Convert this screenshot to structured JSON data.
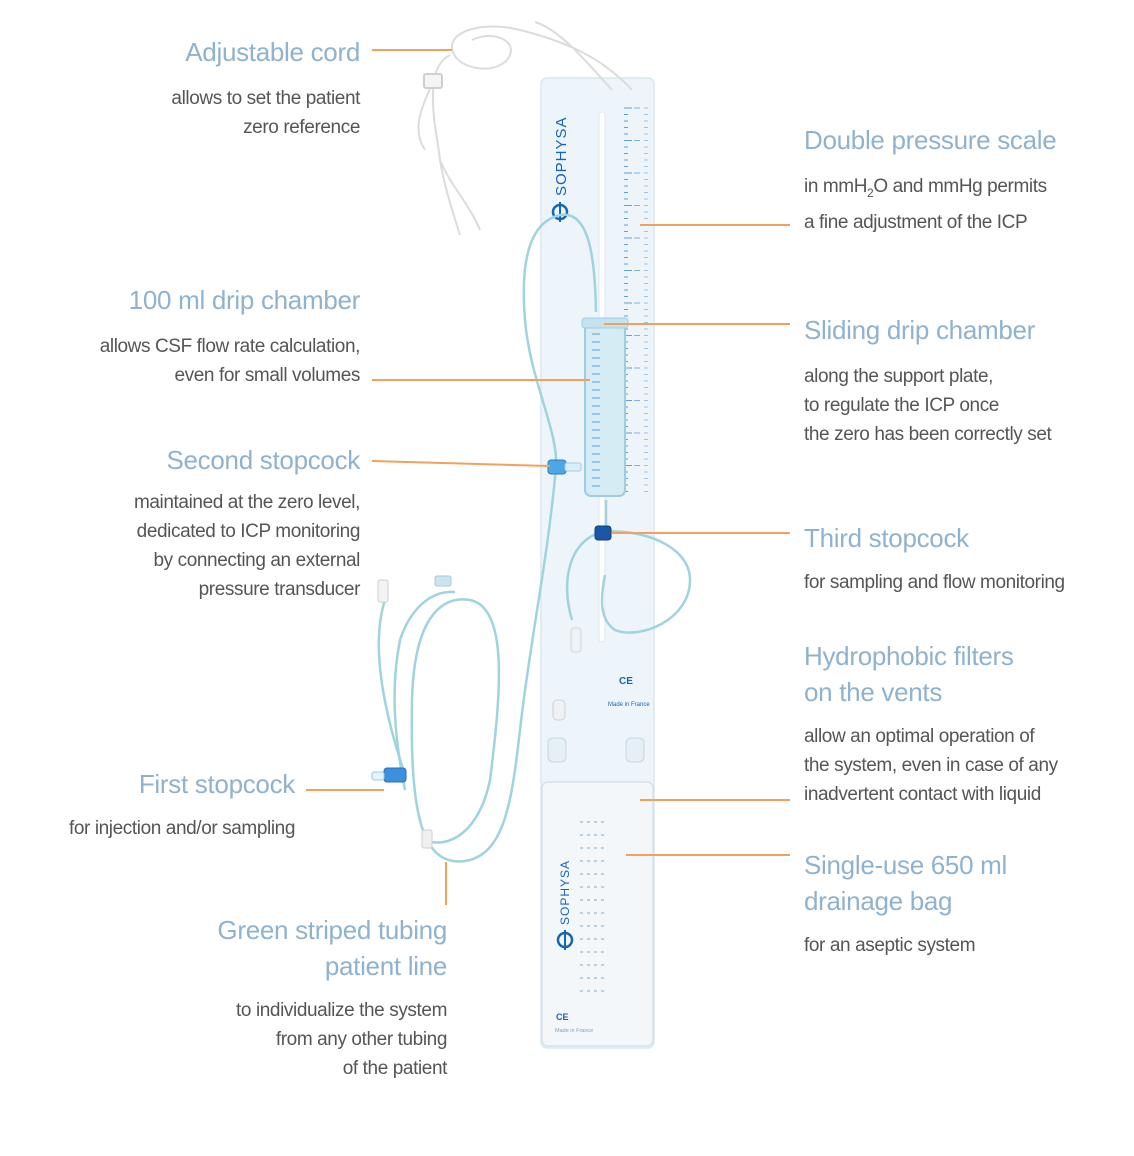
{
  "colors": {
    "title": "#8fb2cf",
    "text": "#555555",
    "leader": "#f5a05a",
    "tubing": "#9fd3de",
    "plate": "#eef5fa",
    "accent": "#1565b6"
  },
  "plate": {
    "brand": "SOPHYSA",
    "made_in": "Made in France",
    "ce_mark": "CE"
  },
  "callouts": {
    "adjustable_cord": {
      "title": "Adjustable cord",
      "desc": [
        "allows to set the patient",
        "zero reference"
      ]
    },
    "drip_chamber_100": {
      "title": "100 ml drip chamber",
      "desc": [
        "allows CSF flow rate calculation,",
        "even for small volumes"
      ]
    },
    "second_stopcock": {
      "title": "Second stopcock",
      "desc": [
        "maintained at the zero level,",
        "dedicated to ICP monitoring",
        "by connecting an external",
        "pressure transducer"
      ]
    },
    "first_stopcock": {
      "title": "First stopcock",
      "desc": [
        "for injection and/or sampling"
      ]
    },
    "green_tubing": {
      "title": [
        "Green striped tubing",
        "patient line"
      ],
      "desc": [
        "to individualize the system",
        "from any other tubing",
        "of the patient"
      ]
    },
    "double_scale": {
      "title": "Double pressure scale",
      "desc": [
        "a fine adjustment of the ICP"
      ]
    },
    "sliding_chamber": {
      "title": "Sliding drip chamber",
      "desc": [
        "along the support plate,",
        "to regulate the ICP once",
        "the zero has been correctly set"
      ]
    },
    "third_stopcock": {
      "title": "Third stopcock",
      "desc": [
        "for sampling and flow monitoring"
      ]
    },
    "filters": {
      "title": [
        "Hydrophobic filters",
        "on the vents"
      ],
      "desc": [
        "allow an optimal operation of",
        "the system, even in case of any",
        "inadvertent contact with liquid"
      ]
    },
    "drainage_bag": {
      "title": [
        "Single-use 650 ml",
        "drainage bag"
      ],
      "desc": [
        "for an aseptic system"
      ]
    }
  }
}
